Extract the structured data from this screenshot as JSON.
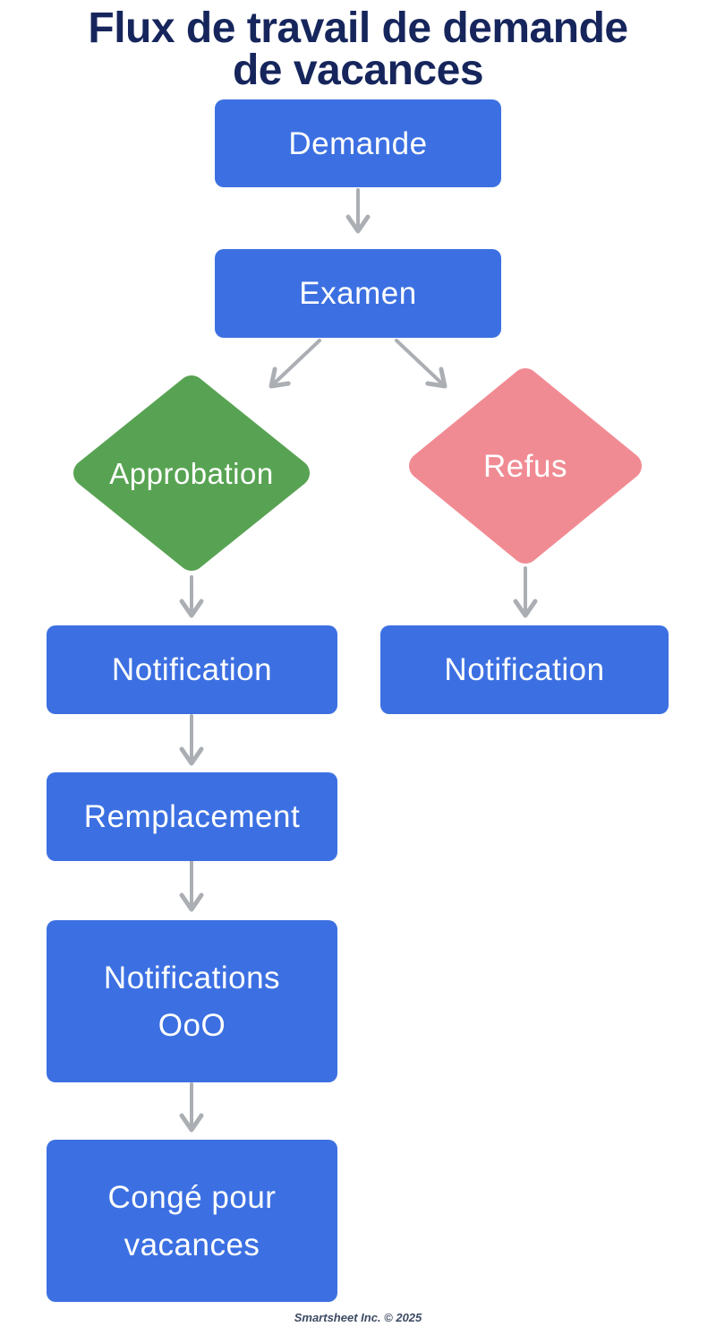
{
  "title": {
    "lines": [
      "Flux de travail de demande",
      "de vacances"
    ]
  },
  "nodes": {
    "demande": {
      "label": "Demande",
      "type": "process"
    },
    "examen": {
      "label": "Examen",
      "type": "process"
    },
    "approbation": {
      "label": "Approbation",
      "type": "decision"
    },
    "refus": {
      "label": "Refus",
      "type": "decision"
    },
    "notification_approbation": {
      "label": "Notification",
      "type": "process"
    },
    "notification_refus": {
      "label": "Notification",
      "type": "process"
    },
    "remplacement": {
      "label": "Remplacement",
      "type": "process"
    },
    "notifications_ooo": {
      "label": "Notifications OoO",
      "type": "process"
    },
    "conge_vacances": {
      "label": "Congé pour vacances",
      "type": "process"
    }
  },
  "footer": {
    "copyright": "Smartsheet Inc. © 2025"
  },
  "theme": {
    "node-blue": "#3c70e2",
    "approve-green": "#58a353",
    "reject-pink": "#f18b93",
    "arrow-gray": "#abafb4",
    "title-navy": "#16265c",
    "footer-gray": "#3d4a63",
    "node-text": "#ffffff",
    "background": "#ffffff"
  }
}
